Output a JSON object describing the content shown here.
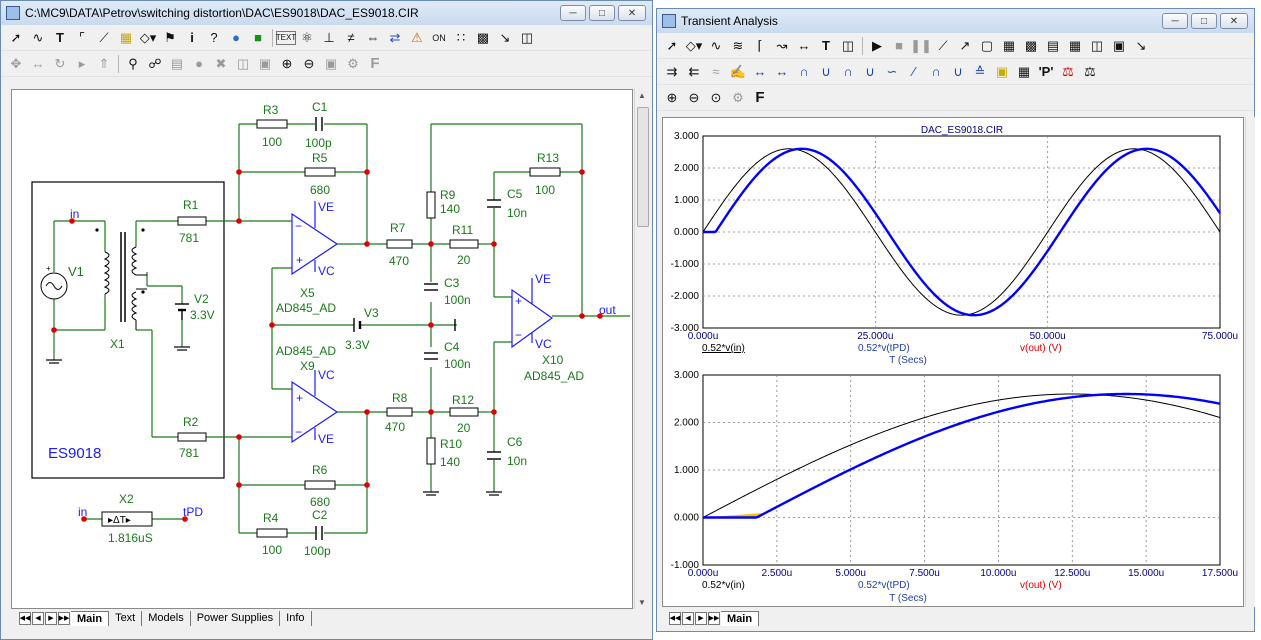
{
  "schematic_window": {
    "title": "C:\\MC9\\DATA\\Petrov\\switching distortion\\DAC\\ES9018\\DAC_ES9018.CIR",
    "tabs": [
      "Main",
      "Text",
      "Models",
      "Power Supplies",
      "Info"
    ],
    "components": {
      "R3": {
        "ref": "R3",
        "value": "100"
      },
      "C1": {
        "ref": "C1",
        "value": "100p"
      },
      "R5": {
        "ref": "R5",
        "value": "680"
      },
      "R1": {
        "ref": "R1",
        "value": "781"
      },
      "R2": {
        "ref": "R2",
        "value": "781"
      },
      "R7": {
        "ref": "R7",
        "value": "470"
      },
      "R8": {
        "ref": "R8",
        "value": "470"
      },
      "R9": {
        "ref": "R9",
        "value": "140"
      },
      "R10": {
        "ref": "R10",
        "value": "140"
      },
      "R11": {
        "ref": "R11",
        "value": "20"
      },
      "R12": {
        "ref": "R12",
        "value": "20"
      },
      "R13": {
        "ref": "R13",
        "value": "100"
      },
      "C5": {
        "ref": "C5",
        "value": "10n"
      },
      "C6": {
        "ref": "C6",
        "value": "10n"
      },
      "C3": {
        "ref": "C3",
        "value": "100n"
      },
      "C4": {
        "ref": "C4",
        "value": "100n"
      },
      "R6": {
        "ref": "R6",
        "value": "680"
      },
      "R4": {
        "ref": "R4",
        "value": "100"
      },
      "C2": {
        "ref": "C2",
        "value": "100p"
      },
      "V1": {
        "ref": "V1"
      },
      "V2": {
        "ref": "V2",
        "value": "3.3V"
      },
      "V3": {
        "ref": "V3",
        "value": "3.3V"
      },
      "X1": {
        "ref": "X1"
      },
      "X2": {
        "ref": "X2",
        "value": "1.816uS"
      },
      "X5": {
        "ref": "X5",
        "value": "AD845_AD"
      },
      "X9": {
        "ref": "X9",
        "value": "AD845_AD"
      },
      "X10": {
        "ref": "X10",
        "value": "AD845_AD"
      }
    },
    "nodes": {
      "in": "in",
      "in2": "in",
      "out": "out",
      "tpd": "tPD",
      "ve": "VE",
      "vc": "VC"
    },
    "block_label": "ES9018",
    "delay_symbol": "▸ΔT▸"
  },
  "analysis_window": {
    "title": "Transient Analysis",
    "tabs": [
      "Main"
    ],
    "colors": {
      "series_in": "#000000",
      "series_tpd": "#0000ff",
      "series_out": "#ff0000",
      "grid": "#808080",
      "axis_text": "#0000aa"
    },
    "legend_in": "0.52*v(in)",
    "legend_tpd": "0.52*v(tPD)",
    "legend_out": "v(out) (V)",
    "xlabel": "T (Secs)"
  },
  "chart_data": [
    {
      "type": "line",
      "title": "DAC_ES9018.CIR",
      "xlabel": "T (Secs)",
      "x_ticks": [
        "0.000u",
        "25.000u",
        "50.000u",
        "75.000u"
      ],
      "y_ticks": [
        "3.000",
        "2.000",
        "1.000",
        "0.000",
        "-1.000",
        "-2.000",
        "-3.000"
      ],
      "xlim": [
        0,
        75
      ],
      "ylim": [
        -3,
        3
      ],
      "x_unit": "us",
      "grid": true,
      "series": [
        {
          "name": "0.52*v(in)",
          "color": "#000000",
          "amplitude": 2.6,
          "frequency_khz": 20,
          "delay_us": 0
        },
        {
          "name": "0.52*v(tPD)",
          "color": "#0000ff",
          "amplitude": 2.6,
          "frequency_khz": 20,
          "delay_us": 1.816
        },
        {
          "name": "v(out) (V)",
          "color": "#ff0000",
          "amplitude": 2.6,
          "frequency_khz": 20,
          "delay_us": 1.816
        }
      ]
    },
    {
      "type": "line",
      "xlabel": "T (Secs)",
      "x_ticks": [
        "0.000u",
        "2.500u",
        "5.000u",
        "7.500u",
        "10.000u",
        "12.500u",
        "15.000u",
        "17.500u"
      ],
      "y_ticks": [
        "3.000",
        "2.000",
        "1.000",
        "0.000",
        "-1.000"
      ],
      "xlim": [
        0,
        17.5
      ],
      "ylim": [
        -1,
        3
      ],
      "x_unit": "us",
      "grid": true,
      "series": [
        {
          "name": "0.52*v(in)",
          "color": "#000000",
          "amplitude": 2.6,
          "frequency_khz": 20,
          "delay_us": 0
        },
        {
          "name": "0.52*v(tPD)",
          "color": "#0000ff",
          "amplitude": 2.6,
          "frequency_khz": 20,
          "delay_us": 1.816
        },
        {
          "name": "v(out) (V)",
          "color": "#ff0000",
          "amplitude": 2.6,
          "frequency_khz": 20,
          "delay_us": 1.816
        }
      ]
    }
  ]
}
